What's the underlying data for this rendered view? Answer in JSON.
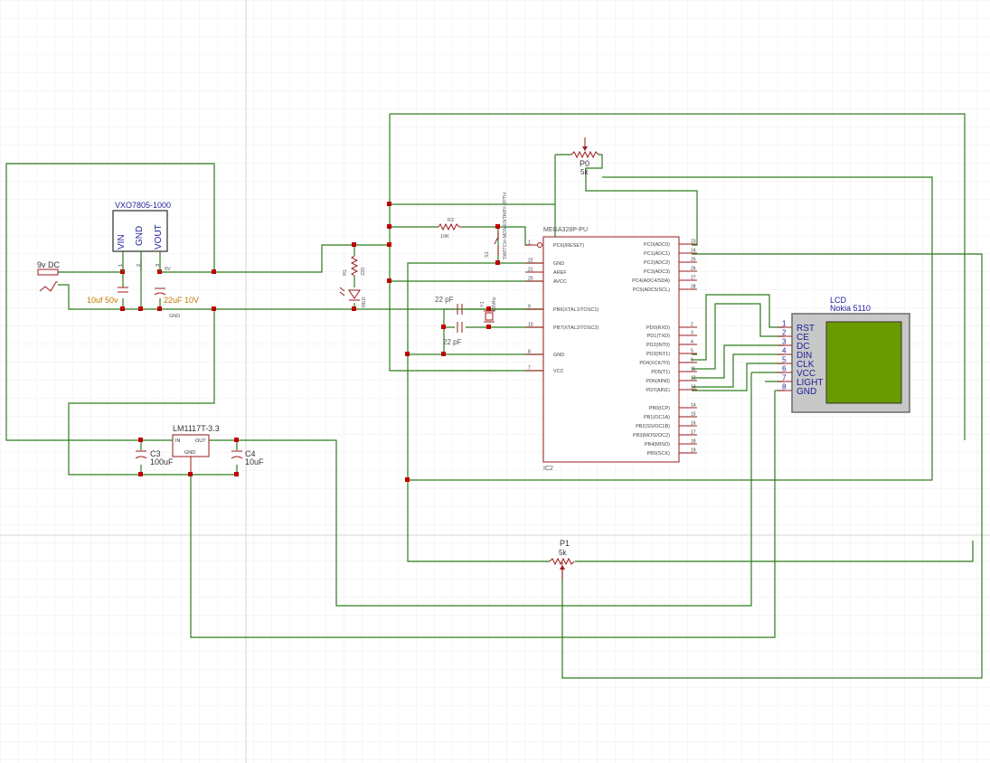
{
  "components": {
    "vreg": {
      "name": "VXO7805-1000",
      "pins": [
        "VIN",
        "GND",
        "VOUT"
      ],
      "pin_numbers": [
        "1",
        "2",
        "3"
      ],
      "out_label": "5V",
      "gnd_label": "GND"
    },
    "jack": {
      "label": "9v DC"
    },
    "c1": {
      "value": "10uf 50v"
    },
    "c2": {
      "value": "22uF 10V"
    },
    "r1": {
      "ref": "R1",
      "value": "220"
    },
    "led": {
      "label": "RED"
    },
    "r2": {
      "ref": "R2",
      "value": "10K"
    },
    "s1": {
      "ref": "S1",
      "label": "SWITCH-MOMENTARY-2PTH"
    },
    "crystal": {
      "ref": "Y1",
      "value": "16Mhz"
    },
    "cap_xtal_1": {
      "value": "22 pF"
    },
    "cap_xtal_2": {
      "value": "22 pF"
    },
    "p0": {
      "ref": "P0",
      "value": "5k"
    },
    "p1": {
      "ref": "P1",
      "value": "5k"
    },
    "ldo": {
      "name": "LM1117T-3.3",
      "in": "IN",
      "out": "OUT",
      "gnd": "GND"
    },
    "c3": {
      "ref": "C3",
      "value": "100uF"
    },
    "c4": {
      "ref": "C4",
      "value": "10uF"
    },
    "mcu": {
      "name": "MEGA328P-PU",
      "ref": "IC2",
      "left_pins": [
        {
          "label": "PC6(/RESET)",
          "num": "1"
        },
        {
          "label": "GND",
          "num": "22"
        },
        {
          "label": "AREF",
          "num": "21"
        },
        {
          "label": "AVCC",
          "num": "20"
        },
        {
          "label": "PB6(XTAL1/TOSC1)",
          "num": "9"
        },
        {
          "label": "PB7(XTAL2/TOSC2)",
          "num": "10"
        },
        {
          "label": "GND",
          "num": "8"
        },
        {
          "label": "VCC",
          "num": "7"
        }
      ],
      "right_pins": [
        {
          "label": "PC0(ADC0)",
          "num": "23"
        },
        {
          "label": "PC1(ADC1)",
          "num": "24"
        },
        {
          "label": "PC2(ADC2)",
          "num": "25"
        },
        {
          "label": "PC3(ADC3)",
          "num": "26"
        },
        {
          "label": "PC4(ADC4/SDA)",
          "num": "27"
        },
        {
          "label": "PC5(ADC5/SCL)",
          "num": "28"
        },
        {
          "label": "PD0(RXD)",
          "num": "2"
        },
        {
          "label": "PD1(TXD)",
          "num": "3"
        },
        {
          "label": "PD2(INT0)",
          "num": "4"
        },
        {
          "label": "PD3(INT1)",
          "num": "5"
        },
        {
          "label": "PD4(XCK/T0)",
          "num": "6"
        },
        {
          "label": "PD5(T1)",
          "num": "11"
        },
        {
          "label": "PD6(AIN0)",
          "num": "12"
        },
        {
          "label": "PD7(AIN1)",
          "num": "13"
        },
        {
          "label": "PB0(ICP)",
          "num": "14"
        },
        {
          "label": "PB1(OC1A)",
          "num": "15"
        },
        {
          "label": "PB2(SS/OC1B)",
          "num": "16"
        },
        {
          "label": "PB3(MOSI/OC2)",
          "num": "17"
        },
        {
          "label": "PB4(MISO)",
          "num": "18"
        },
        {
          "label": "PB5(SCK)",
          "num": "19"
        }
      ]
    },
    "lcd": {
      "title": "LCD",
      "subtitle": "Nokia 5110",
      "pins": [
        {
          "label": "RST",
          "num": "1"
        },
        {
          "label": "CE",
          "num": "2"
        },
        {
          "label": "DC",
          "num": "3"
        },
        {
          "label": "DIN",
          "num": "4"
        },
        {
          "label": "CLK",
          "num": "5"
        },
        {
          "label": "VCC",
          "num": "6"
        },
        {
          "label": "LIGHT",
          "num": "7"
        },
        {
          "label": "GND",
          "num": "8"
        }
      ],
      "screen_color": "#6a9a00",
      "frame_color": "#c8c8c8"
    }
  },
  "colors": {
    "wire": "#2e7d1e",
    "part": "#9e1b1b",
    "junction": "#c00000",
    "lcd_text": "#1d1d9a",
    "grid": "#e4e4e4"
  }
}
